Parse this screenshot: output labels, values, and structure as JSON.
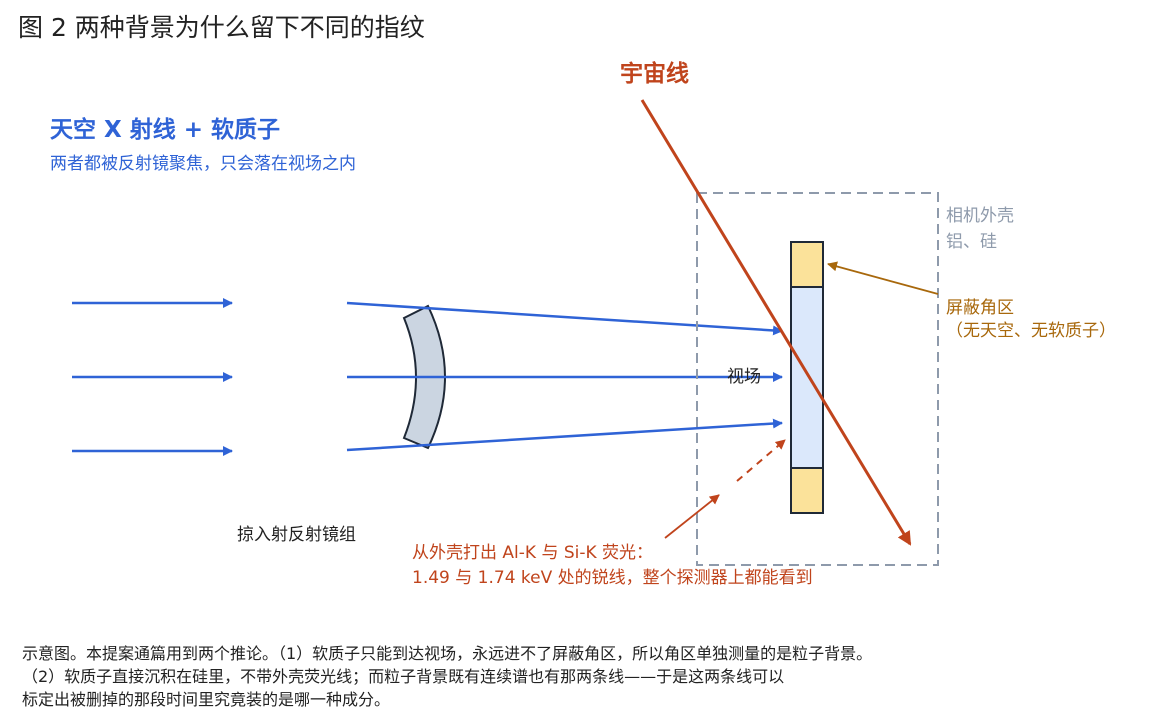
{
  "figure": {
    "title": "图 2  两种背景为什么留下不同的指纹"
  },
  "sky": {
    "title": "天空 X 射线 + 软质子",
    "subtitle": "两者都被反射镜聚焦，只会落在视场之内"
  },
  "cosmic": {
    "label": "宇宙线"
  },
  "housing": {
    "line1": "相机外壳",
    "line2": "铝、硅"
  },
  "shield": {
    "line1": "屏蔽角区",
    "line2": "（无天空、无软质子）"
  },
  "fov": {
    "label": "视场"
  },
  "mirror": {
    "label": "掠入射反射镜组"
  },
  "fluorescence": {
    "line1": "从外壳打出 Al-K 与 Si-K 荧光：",
    "line2": "1.49 与 1.74 keV 处的锐线，整个探测器上都能看到"
  },
  "caption": {
    "line1": "示意图。本提案通篇用到两个推论。（1）软质子只能到达视场，永远进不了屏蔽角区，所以角区单独测量的是粒子背景。",
    "line2": "（2）软质子直接沉积在硅里，不带外壳荧光线；而粒子背景既有连续谱也有那两条线——于是这两条线可以",
    "line3": "标定出被删掉的那段时间里究竟装的是哪一种成分。"
  },
  "colors": {
    "sky_blue": "#2f63d6",
    "cosmic_red": "#c0441c",
    "housing_gray": "#8e9aab",
    "shield_amber": "#a8680c",
    "shield_fill": "#fbe29a",
    "fov_fill": "#dbe8fb",
    "mirror_fill": "#cbd5e1"
  }
}
